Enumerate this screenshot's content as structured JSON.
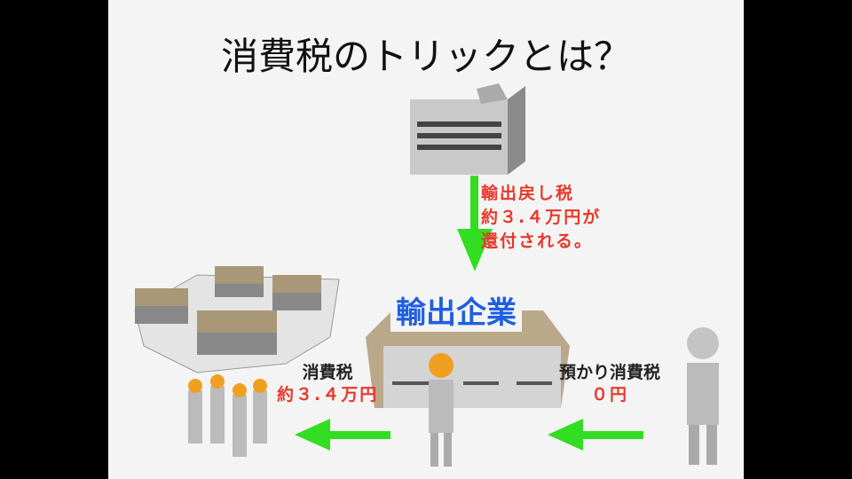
{
  "title": "消費税のトリックとは？",
  "government_label": [
    "輸出戻し税",
    "約３.４万円が",
    "還付される。"
  ],
  "exporter_label": "輸出企業",
  "left_label": {
    "line1": "消費税",
    "line2": "約３.４万円"
  },
  "right_label": {
    "line1": "預かり消費税",
    "line2": "０円"
  },
  "colors": {
    "arrow": "#33dd22",
    "red_text": "#e8382a",
    "blue_text": "#1f5fe0"
  }
}
